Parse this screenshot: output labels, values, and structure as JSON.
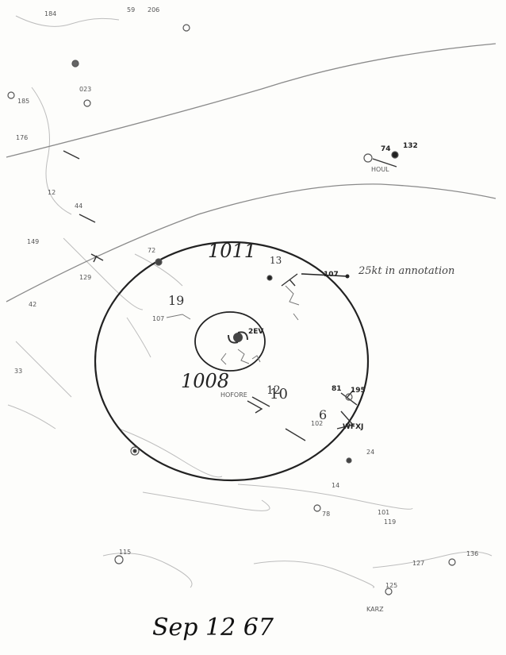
{
  "date_label": "Sep 12 67",
  "annotation": "25kt in annotation",
  "isobars": [
    {
      "label": "1011"
    },
    {
      "label": "1008"
    }
  ],
  "center_label": "2EV",
  "stations": {
    "wfxj": "WFXJ",
    "karz": "KARZ",
    "houl": "HOUL",
    "hofore": "HOFORE"
  },
  "observations": [
    "184",
    "59",
    "206",
    "132",
    "74",
    "185",
    "176",
    "023",
    "149",
    "129",
    "107",
    "102",
    "125",
    "127",
    "136",
    "115",
    "14",
    "24",
    "81",
    "78",
    "33",
    "12",
    "42",
    "44",
    "107",
    "195",
    "119",
    "101",
    "72"
  ],
  "marker_labels": {
    "wind_12": "12",
    "wind_6": "6",
    "wind_13": "13",
    "wind_19": "19",
    "wind_10": "10"
  }
}
